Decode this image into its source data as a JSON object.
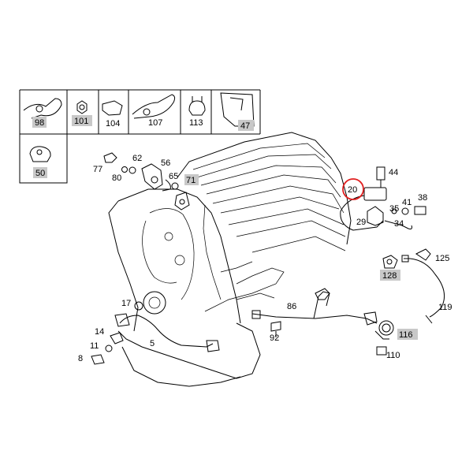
{
  "highlight_color": "#c8c8c8",
  "circle_color": "#e02020",
  "legend": {
    "cells": [
      {
        "label": "98",
        "highlighted": true
      },
      {
        "label": "101",
        "highlighted": true
      },
      {
        "label": "104",
        "highlighted": false
      },
      {
        "label": "107",
        "highlighted": false
      },
      {
        "label": "113",
        "highlighted": false
      },
      {
        "label": "47",
        "highlighted": true
      },
      {
        "label": "50",
        "highlighted": true
      }
    ]
  },
  "callouts": {
    "c77": "77",
    "c80": "80",
    "c62": "62",
    "c56": "56",
    "c65": "65",
    "c71": "71",
    "c20": "20",
    "c44": "44",
    "c41": "41",
    "c38": "38",
    "c35": "35",
    "c29": "29",
    "c34": "34",
    "c125": "125",
    "c128": "128",
    "c119": "119",
    "c86": "86",
    "c116": "116",
    "c92": "92",
    "c110": "110",
    "c17": "17",
    "c14": "14",
    "c11": "11",
    "c8": "8",
    "c5": "5"
  },
  "highlighted_callouts": [
    "71",
    "128",
    "116"
  ],
  "circled_callout": "20"
}
